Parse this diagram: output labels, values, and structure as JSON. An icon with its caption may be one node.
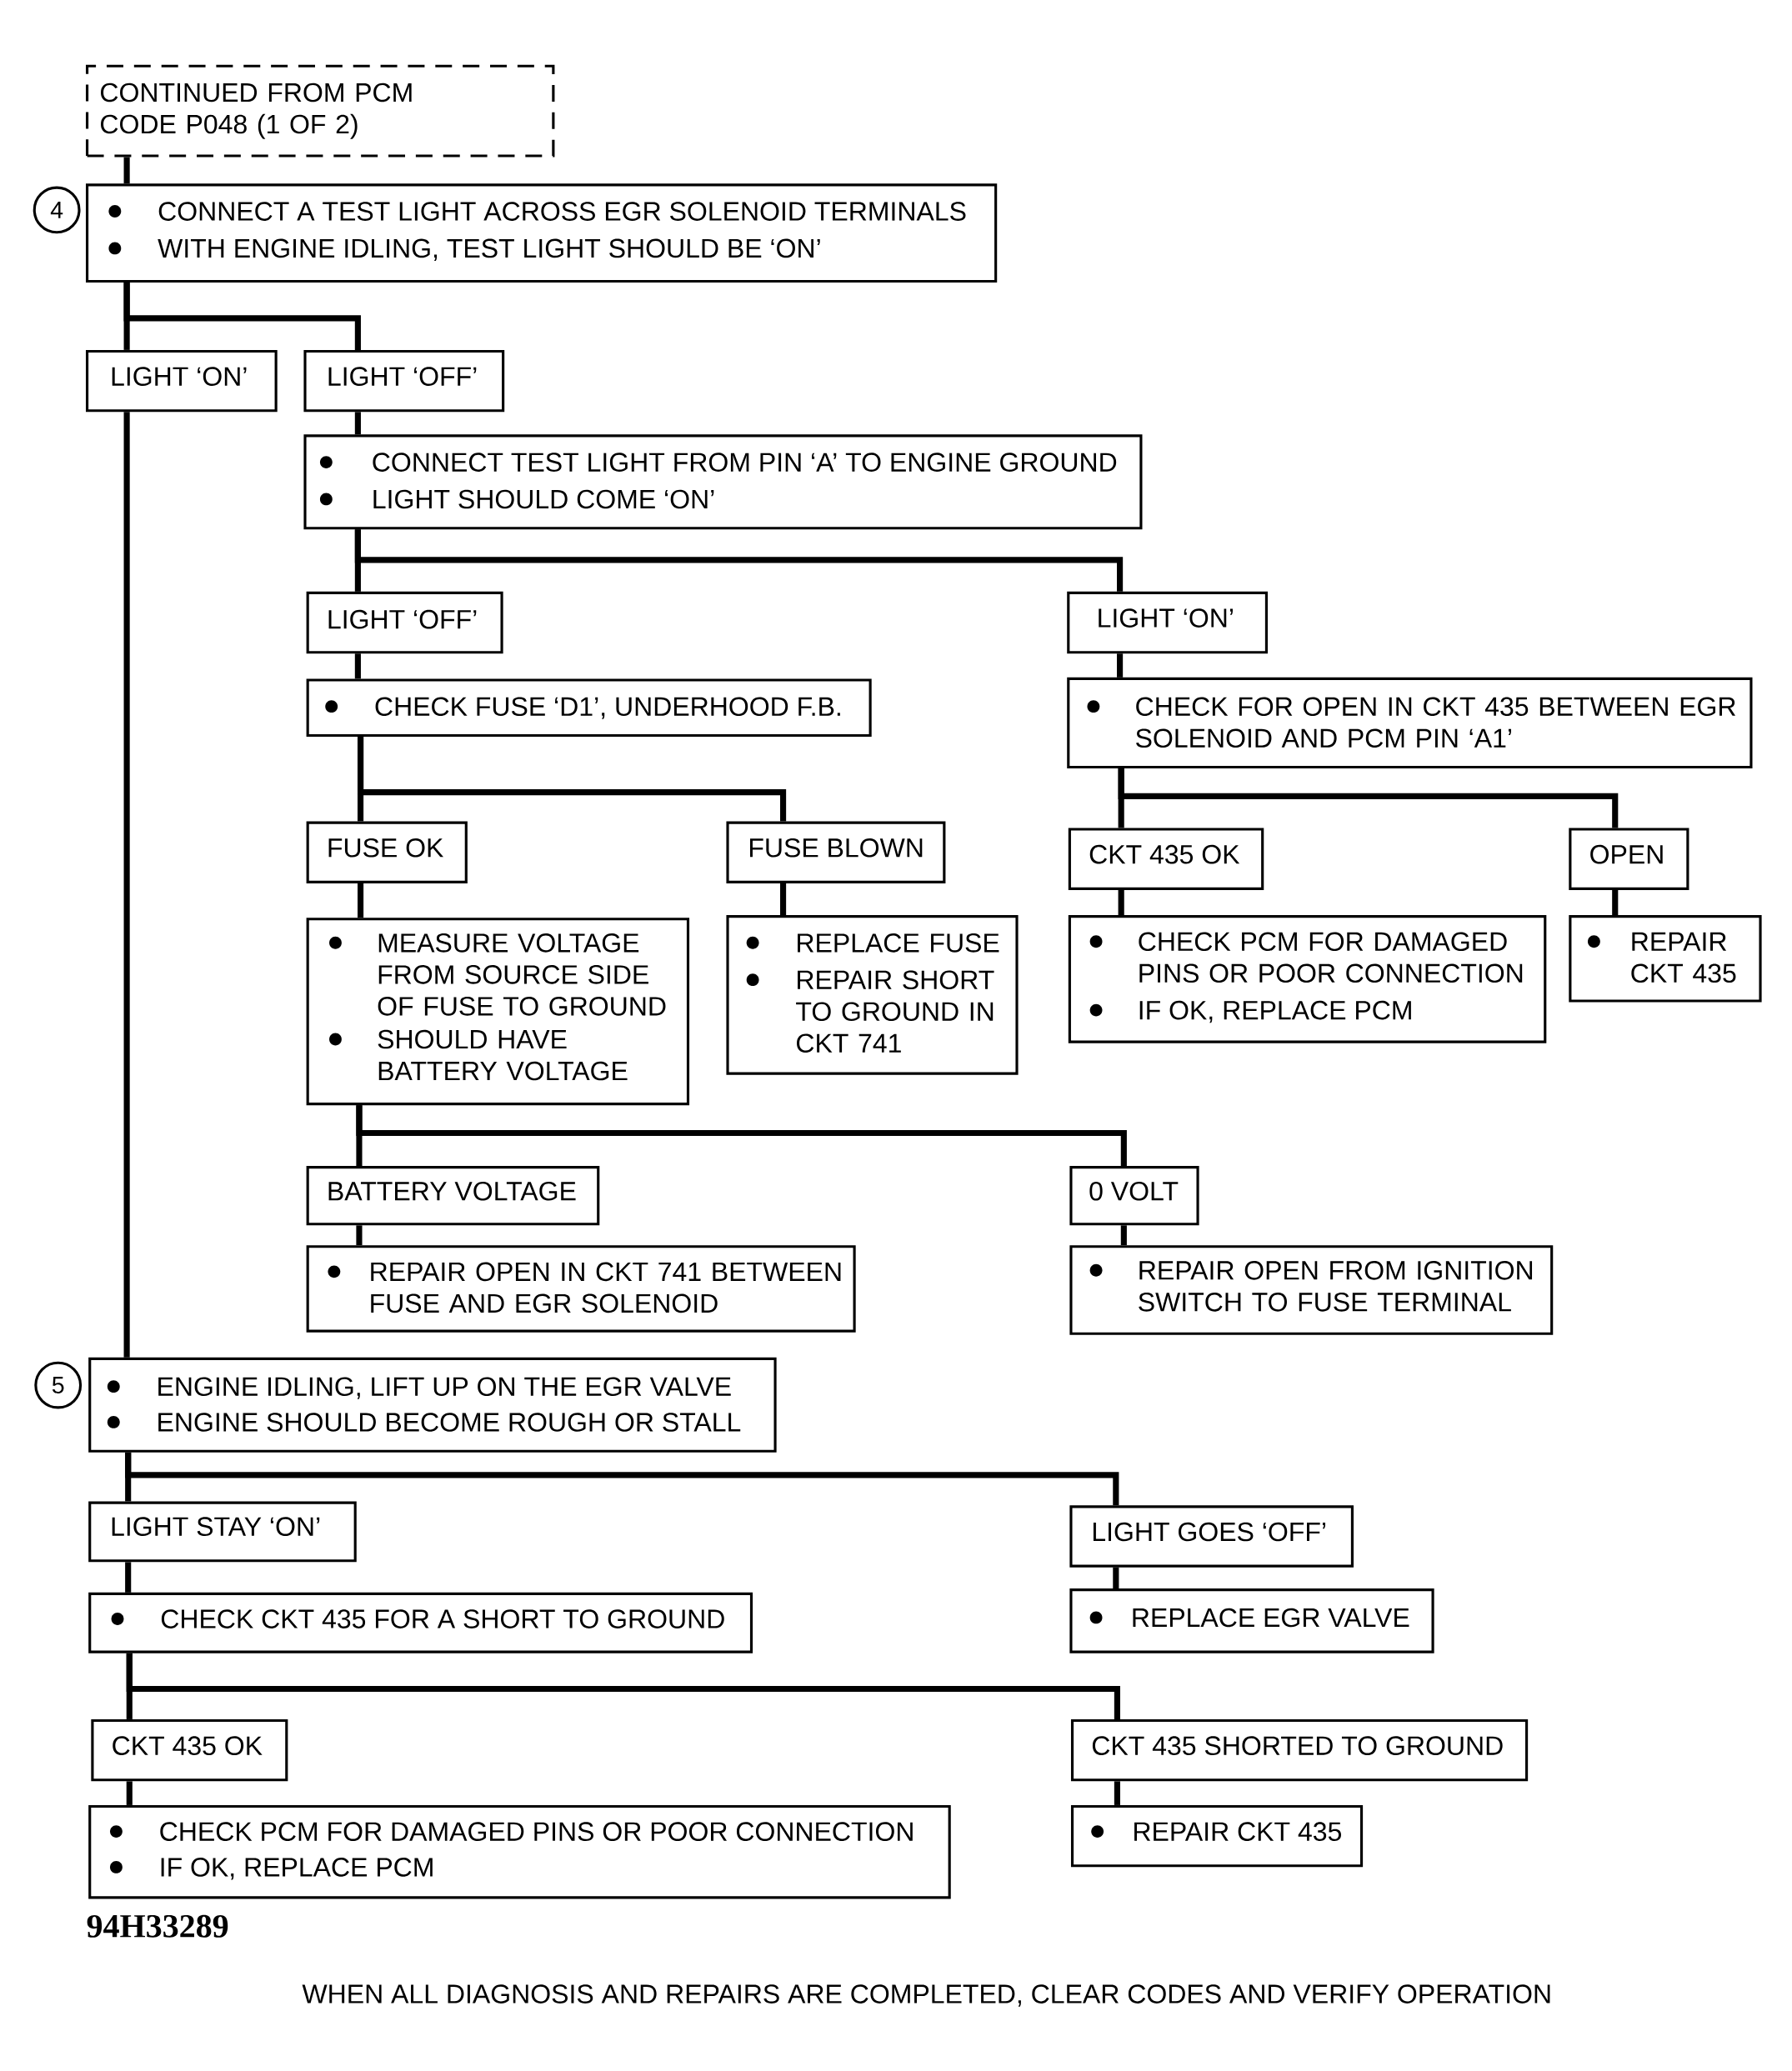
{
  "diagram": {
    "nodes": [
      {
        "text": [
          "CONTINUED FROM PCM CODE P048 (1 OF 2)"
        ]
      },
      {
        "text": [
          "CONNECT A TEST LIGHT ACROSS EGR SOLENOID TERMINALS",
          "WITH ENGINE IDLING, TEST LIGHT SHOULD BE ‘ON’"
        ],
        "beside": [
          "4"
        ]
      },
      {
        "text": [
          "LIGHT ‘ON’"
        ]
      },
      {
        "text": [
          "LIGHT ‘OFF’"
        ]
      },
      {
        "text": [
          "CONNECT TEST LIGHT FROM PIN ‘A’ TO ENGINE GROUND",
          "LIGHT SHOULD COME ‘ON’"
        ]
      },
      {
        "text": [
          "LIGHT ‘OFF’"
        ]
      },
      {
        "text": [
          "LIGHT ‘ON’"
        ]
      },
      {
        "text": [
          "CHECK FUSE ‘D1’, UNDERHOOD F.B."
        ]
      },
      {
        "text": [
          "CHECK FOR OPEN IN CKT 435 BETWEEN EGR SOLENOID AND PCM PIN ‘A1’"
        ]
      },
      {
        "text": [
          "FUSE OK"
        ]
      },
      {
        "text": [
          "FUSE BLOWN"
        ]
      },
      {
        "text": [
          "CKT 435 OK"
        ]
      },
      {
        "text": [
          "OPEN"
        ]
      },
      {
        "text": [
          "MEASURE VOLTAGE FROM SOURCE SIDE OF FUSE TO GROUND",
          "SHOULD HAVE BATTERY VOLTAGE"
        ]
      },
      {
        "text": [
          "REPLACE FUSE",
          "REPAIR SHORT TO GROUND IN CKT 741"
        ]
      },
      {
        "text": [
          "CHECK PCM FOR DAMAGED PINS OR POOR CONNECTION",
          "IF OK, REPLACE PCM"
        ]
      },
      {
        "text": [
          "REPAIR CKT 435"
        ]
      },
      {
        "text": [
          "BATTERY VOLTAGE"
        ]
      },
      {
        "text": [
          "0 VOLT"
        ]
      },
      {
        "text": [
          "REPAIR OPEN IN CKT 741 BETWEEN FUSE AND EGR SOLENOID"
        ]
      },
      {
        "text": [
          "REPAIR OPEN FROM IGNITION SWITCH TO FUSE TERMINAL"
        ]
      },
      {
        "text": [
          "ENGINE IDLING, LIFT UP ON THE EGR VALVE",
          "ENGINE SHOULD BECOME ROUGH OR STALL"
        ],
        "beside": [
          "5"
        ]
      },
      {
        "text": [
          "LIGHT STAY ‘ON’"
        ]
      },
      {
        "text": [
          "LIGHT GOES ‘OFF’"
        ]
      },
      {
        "text": [
          "CHECK CKT 435 FOR A SHORT TO GROUND"
        ]
      },
      {
        "text": [
          "REPLACE EGR VALVE"
        ]
      },
      {
        "text": [
          "CKT 435 OK"
        ]
      },
      {
        "text": [
          "CKT 435 SHORTED TO GROUND"
        ]
      },
      {
        "text": [
          "CHECK PCM FOR DAMAGED PINS OR POOR CONNECTION",
          "IF OK, REPLACE PCM"
        ]
      },
      {
        "text": [
          "REPAIR CKT 435"
        ]
      }
    ],
    "edges": [
      {
        "from": 0,
        "to": 1,
        "arrow": "none"
      },
      {
        "from": 1,
        "to": 2,
        "arrow": "none"
      },
      {
        "from": 1,
        "to": 3,
        "arrow": "none"
      },
      {
        "from": 2,
        "to": 21,
        "arrow": "none"
      },
      {
        "from": 3,
        "to": 4,
        "arrow": "none"
      },
      {
        "from": 4,
        "to": 5,
        "arrow": "none"
      },
      {
        "from": 4,
        "to": 6,
        "arrow": "none"
      },
      {
        "from": 5,
        "to": 7,
        "arrow": "none"
      },
      {
        "from": 6,
        "to": 8,
        "arrow": "none"
      },
      {
        "from": 7,
        "to": 9,
        "arrow": "none"
      },
      {
        "from": 7,
        "to": 10,
        "arrow": "none"
      },
      {
        "from": 8,
        "to": 11,
        "arrow": "none"
      },
      {
        "from": 8,
        "to": 12,
        "arrow": "none"
      },
      {
        "from": 9,
        "to": 13,
        "arrow": "none"
      },
      {
        "from": 10,
        "to": 14,
        "arrow": "none"
      },
      {
        "from": 11,
        "to": 15,
        "arrow": "none"
      },
      {
        "from": 12,
        "to": 16,
        "arrow": "none"
      },
      {
        "from": 13,
        "to": 17,
        "arrow": "none"
      },
      {
        "from": 13,
        "to": 18,
        "arrow": "none"
      },
      {
        "from": 17,
        "to": 19,
        "arrow": "none"
      },
      {
        "from": 18,
        "to": 20,
        "arrow": "none"
      },
      {
        "from": 21,
        "to": 22,
        "arrow": "none"
      },
      {
        "from": 21,
        "to": 23,
        "arrow": "none"
      },
      {
        "from": 22,
        "to": 24,
        "arrow": "none"
      },
      {
        "from": 23,
        "to": 25,
        "arrow": "none"
      },
      {
        "from": 24,
        "to": 26,
        "arrow": "none"
      },
      {
        "from": 24,
        "to": 27,
        "arrow": "none"
      },
      {
        "from": 26,
        "to": 28,
        "arrow": "none"
      },
      {
        "from": 27,
        "to": 29,
        "arrow": "none"
      }
    ],
    "labels": [
      "94H33289",
      "WHEN ALL DIAGNOSIS AND REPAIRS ARE COMPLETED, CLEAR CODES AND VERIFY OPERATION"
    ]
  }
}
